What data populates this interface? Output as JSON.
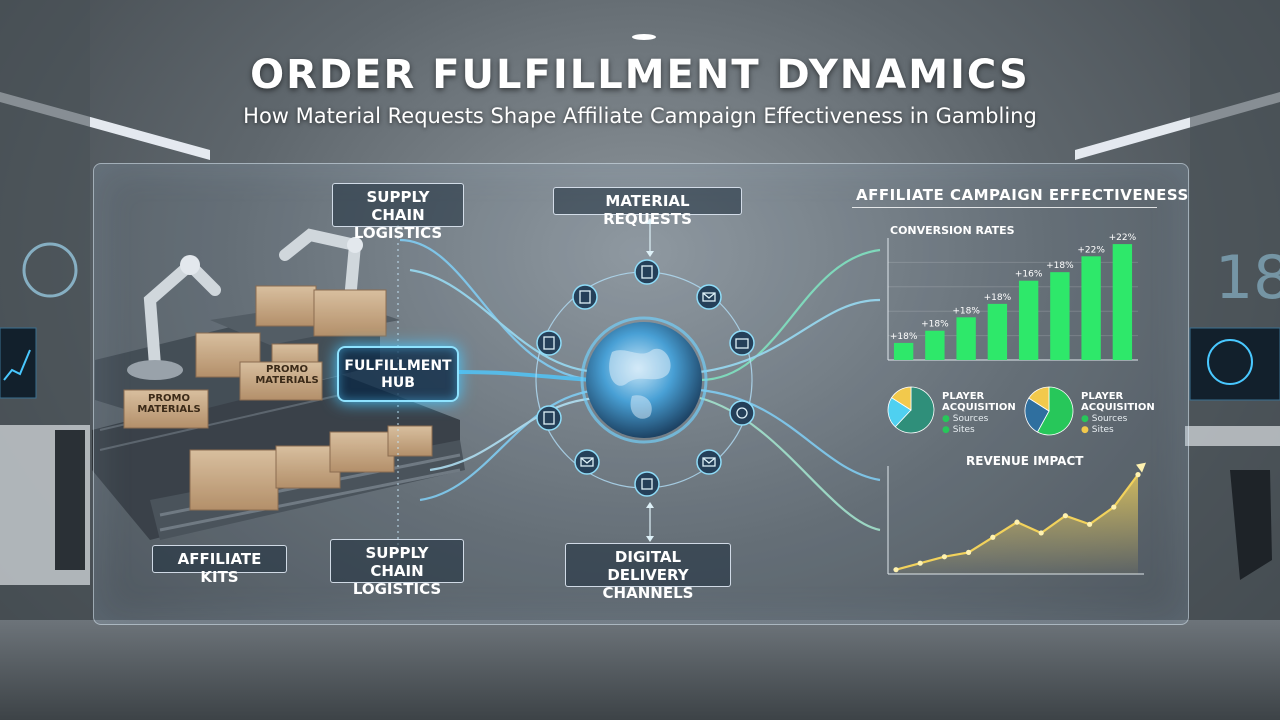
{
  "header": {
    "title": "ORDER FULFILLMENT DYNAMICS",
    "subtitle": "How Material Requests Shape Affiliate Campaign Effectiveness in Gambling"
  },
  "left": {
    "supply_chain_top_line1": "SUPPLY CHAIN",
    "supply_chain_top_line2": "LOGISTICS",
    "supply_chain_bottom_line1": "SUPPLY CHAIN",
    "supply_chain_bottom_line2": "LOGISTICS",
    "affiliate_kits": "AFFILIATE KITS",
    "box_label_line1": "PROMO",
    "box_label_line2": "MATERIALS",
    "hub_line1": "FULFILLMENT",
    "hub_line2": "HUB"
  },
  "center": {
    "material_requests": "MATERIAL REQUESTS",
    "digital_line1": "DIGITAL DELIVERY",
    "digital_line2": "CHANNELS"
  },
  "right": {
    "section_title": "AFFILIATE CAMPAIGN EFFECTIVENESS",
    "pie1": {
      "title_line1": "PLAYER",
      "title_line2": "ACQUISITION",
      "legend1": "Sources",
      "legend2": "Sites",
      "values": [
        62,
        22,
        16
      ],
      "colors": [
        "#2f8f7a",
        "#4fd0f0",
        "#f2c94c"
      ]
    },
    "pie2": {
      "title_line1": "PLAYER",
      "title_line2": "ACQUISITION",
      "legend1": "Sources",
      "legend2": "Sites",
      "values": [
        58,
        26,
        16
      ],
      "colors": [
        "#27c75a",
        "#2f6f9f",
        "#f2c94c"
      ]
    }
  },
  "chart_data": [
    {
      "type": "bar",
      "title": "CONVERSION RATES",
      "categories": [
        "",
        "",
        "",
        "",
        "",
        "",
        "",
        ""
      ],
      "values": [
        14,
        24,
        35,
        46,
        65,
        72,
        85,
        95
      ],
      "data_labels": [
        "+18%",
        "+18%",
        "+18%",
        "+18%",
        "+16%",
        "+18%",
        "+22%",
        "+22%"
      ],
      "ylim": [
        0,
        100
      ],
      "color": "#2ee86a"
    },
    {
      "type": "area",
      "title": "REVENUE IMPACT",
      "x": [
        0,
        1,
        2,
        3,
        4,
        5,
        6,
        7,
        8,
        9,
        10
      ],
      "values": [
        4,
        10,
        16,
        20,
        34,
        48,
        38,
        54,
        46,
        62,
        92
      ],
      "ylim": [
        0,
        100
      ],
      "color": "#f2d25c"
    }
  ],
  "colors": {
    "accent": "#49c8ff",
    "bar": "#2ee86a",
    "line": "#f2d25c"
  }
}
